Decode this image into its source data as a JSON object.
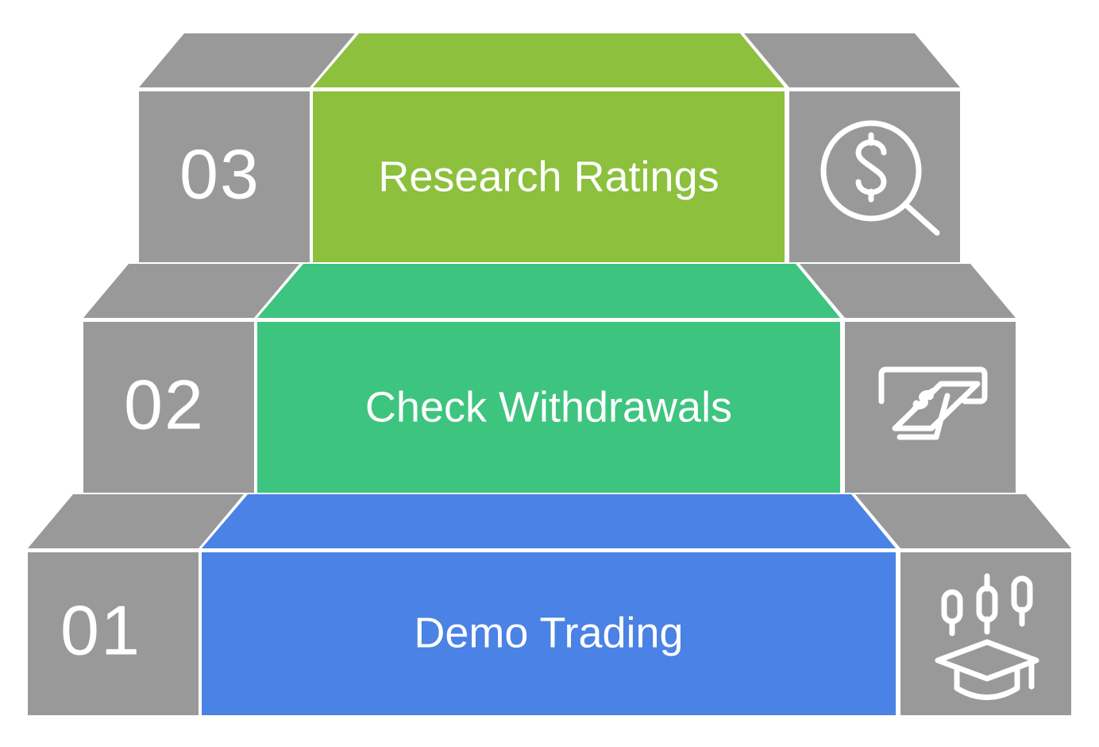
{
  "diagram": {
    "type": "3d-steps-infographic",
    "title": "",
    "orientation": "ascending-left-to-right-stacked",
    "background_color": "#FFFFFF",
    "panel_color": "#999999",
    "divider_color": "#FFFFFF",
    "steps": [
      {
        "number": "01",
        "label": "Demo Trading",
        "color": "#4A82E5",
        "icon": "candlestick-chart-graduation-cap-icon",
        "icon_label": "Demo Trading Icon",
        "position": "bottom"
      },
      {
        "number": "02",
        "label": "Check Withdrawals",
        "color": "#3DC47E",
        "icon": "cash-withdrawal-atm-icon",
        "icon_label": "Check Withdrawals Icon",
        "position": "middle"
      },
      {
        "number": "03",
        "label": "Research Ratings",
        "color": "#8CC03D",
        "icon": "magnifier-dollar-icon",
        "icon_label": "Research Ratings Icon",
        "position": "top"
      }
    ]
  }
}
